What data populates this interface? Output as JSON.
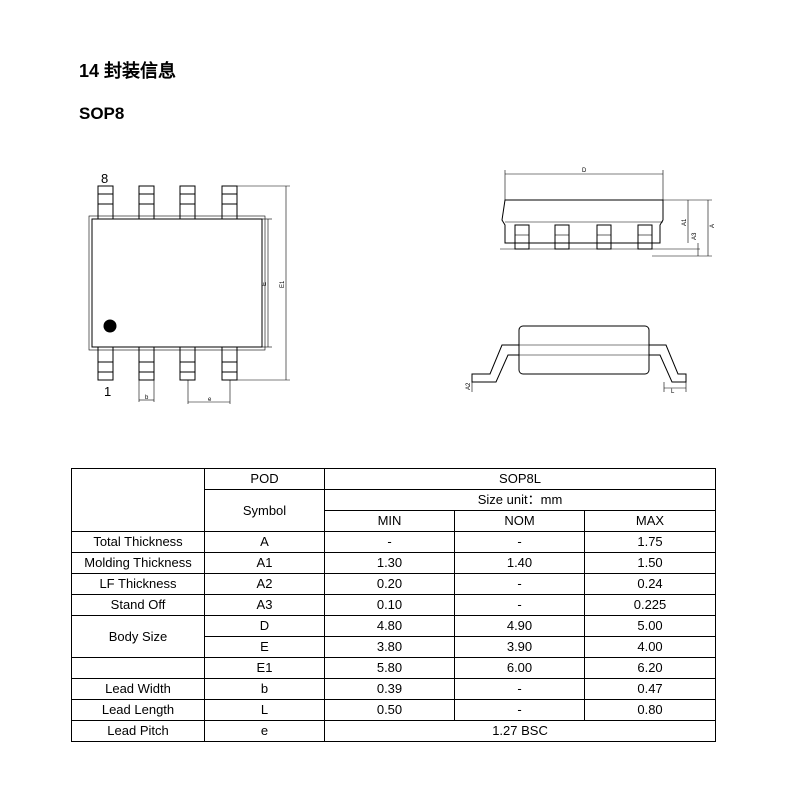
{
  "heading": "14 封装信息",
  "package_name": "SOP8",
  "drawing": {
    "pin_top_label": "8",
    "pin_bottom_label": "1",
    "dim_D": "D",
    "dim_E": "E",
    "dim_E1": "E1",
    "dim_A": "A",
    "dim_A1": "A1",
    "dim_A3": "A3",
    "dim_A2": "A2",
    "dim_b": "b",
    "dim_e": "e",
    "dim_L": "L"
  },
  "table": {
    "pod_label": "POD",
    "package_label": "SOP8L",
    "symbol_label": "Symbol",
    "size_unit": "Size unit：mm",
    "col_min": "MIN",
    "col_nom": "NOM",
    "col_max": "MAX",
    "rows": [
      {
        "param": "Total Thickness",
        "symbol": "A",
        "min": "-",
        "nom": "-",
        "max": "1.75"
      },
      {
        "param": "Molding Thickness",
        "symbol": "A1",
        "min": "1.30",
        "nom": "1.40",
        "max": "1.50"
      },
      {
        "param": "LF Thickness",
        "symbol": "A2",
        "min": "0.20",
        "nom": "-",
        "max": "0.24"
      },
      {
        "param": "Stand Off",
        "symbol": "A3",
        "min": "0.10",
        "nom": "-",
        "max": "0.225"
      },
      {
        "param": "Body Size",
        "symbol": "D",
        "min": "4.80",
        "nom": "4.90",
        "max": "5.00"
      },
      {
        "param": "",
        "symbol": "E",
        "min": "3.80",
        "nom": "3.90",
        "max": "4.00"
      },
      {
        "param": "",
        "symbol": "E1",
        "min": "5.80",
        "nom": "6.00",
        "max": "6.20"
      },
      {
        "param": "Lead Width",
        "symbol": "b",
        "min": "0.39",
        "nom": "-",
        "max": "0.47"
      },
      {
        "param": "Lead Length",
        "symbol": "L",
        "min": "0.50",
        "nom": "-",
        "max": "0.80"
      },
      {
        "param": "Lead Pitch",
        "symbol": "e",
        "bsc": "1.27 BSC"
      }
    ]
  }
}
